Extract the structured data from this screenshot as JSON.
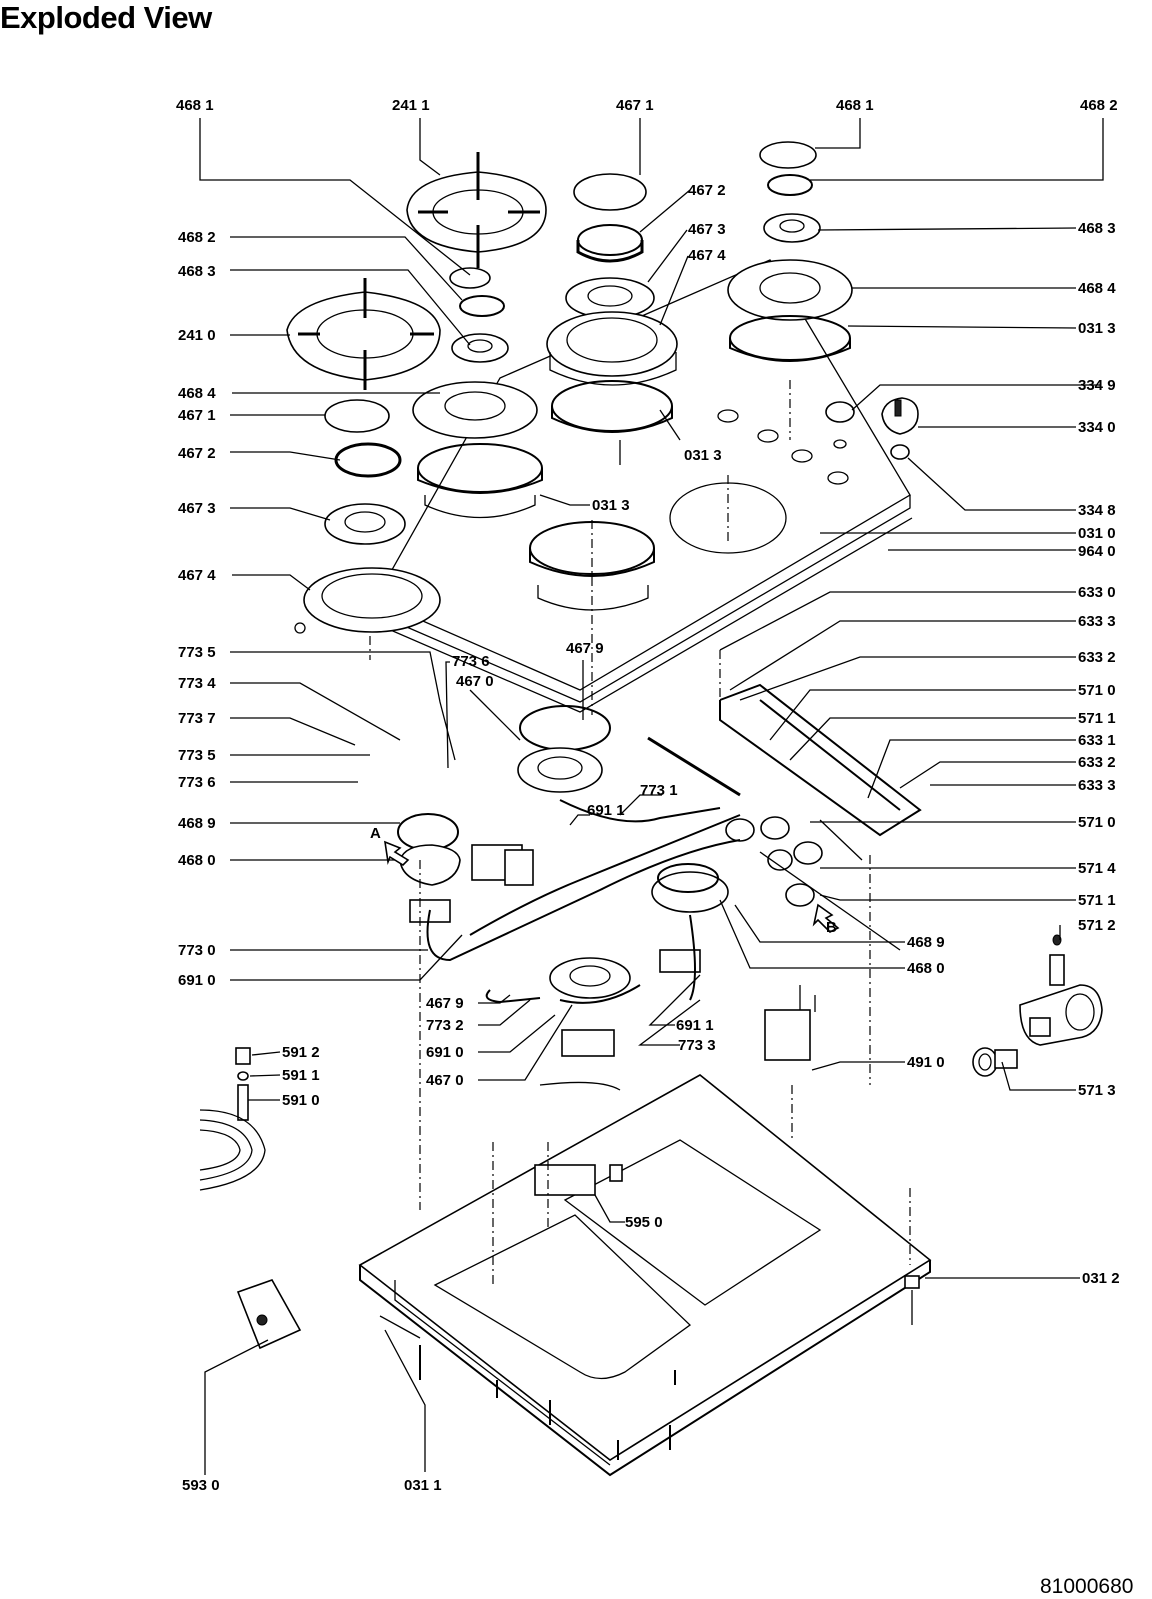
{
  "page": {
    "title": "Exploded View",
    "doc_number": "81000680"
  },
  "callouts": [
    {
      "id": "c01",
      "text": "468 1"
    },
    {
      "id": "c02",
      "text": "241 1"
    },
    {
      "id": "c03",
      "text": "467  1"
    },
    {
      "id": "c04",
      "text": "468 1"
    },
    {
      "id": "c05",
      "text": "468 2"
    },
    {
      "id": "c06",
      "text": "467 2"
    },
    {
      "id": "c07",
      "text": "467 3"
    },
    {
      "id": "c08",
      "text": "467 4"
    },
    {
      "id": "c09",
      "text": "468 2"
    },
    {
      "id": "c10",
      "text": "468 3"
    },
    {
      "id": "c11",
      "text": "468 3"
    },
    {
      "id": "c12",
      "text": "468 4"
    },
    {
      "id": "c13",
      "text": "241 0"
    },
    {
      "id": "c14",
      "text": "031 3"
    },
    {
      "id": "c15",
      "text": "468 4"
    },
    {
      "id": "c16",
      "text": "334 9"
    },
    {
      "id": "c17",
      "text": "467 1"
    },
    {
      "id": "c18",
      "text": "334 0"
    },
    {
      "id": "c19",
      "text": "031 3"
    },
    {
      "id": "c20",
      "text": "467 2"
    },
    {
      "id": "c21",
      "text": "334 8"
    },
    {
      "id": "c22",
      "text": "031 3"
    },
    {
      "id": "c23",
      "text": "467 3"
    },
    {
      "id": "c24",
      "text": "031 0"
    },
    {
      "id": "c25",
      "text": "964 0"
    },
    {
      "id": "c26",
      "text": "467 4"
    },
    {
      "id": "c27",
      "text": "633 0"
    },
    {
      "id": "c28",
      "text": "633 3"
    },
    {
      "id": "c29",
      "text": "467 9"
    },
    {
      "id": "c30",
      "text": "773 5"
    },
    {
      "id": "c31",
      "text": "773 6"
    },
    {
      "id": "c32",
      "text": "633 2"
    },
    {
      "id": "c33",
      "text": "467 0"
    },
    {
      "id": "c34",
      "text": "773 4"
    },
    {
      "id": "c35",
      "text": "571 0"
    },
    {
      "id": "c36",
      "text": "773 7"
    },
    {
      "id": "c37",
      "text": "571 1"
    },
    {
      "id": "c38",
      "text": "633 1"
    },
    {
      "id": "c39",
      "text": "773 5"
    },
    {
      "id": "c40",
      "text": "633 2"
    },
    {
      "id": "c41",
      "text": "773 6"
    },
    {
      "id": "c42",
      "text": "633 3"
    },
    {
      "id": "c43",
      "text": "773 1"
    },
    {
      "id": "c44",
      "text": "691 1"
    },
    {
      "id": "c45",
      "text": "468 9"
    },
    {
      "id": "c46",
      "text": "571 0"
    },
    {
      "id": "c47",
      "text": "A"
    },
    {
      "id": "c48",
      "text": "468 0"
    },
    {
      "id": "c49",
      "text": "571 4"
    },
    {
      "id": "c50",
      "text": "571 1"
    },
    {
      "id": "c51",
      "text": "B"
    },
    {
      "id": "c52",
      "text": "571 2"
    },
    {
      "id": "c53",
      "text": "773 0"
    },
    {
      "id": "c54",
      "text": "468 9"
    },
    {
      "id": "c55",
      "text": "691 0"
    },
    {
      "id": "c56",
      "text": "468 0"
    },
    {
      "id": "c57",
      "text": "467 9"
    },
    {
      "id": "c58",
      "text": "773 2"
    },
    {
      "id": "c59",
      "text": "691 1"
    },
    {
      "id": "c60",
      "text": "591 2"
    },
    {
      "id": "c61",
      "text": "773 3"
    },
    {
      "id": "c62",
      "text": "691 0"
    },
    {
      "id": "c63",
      "text": "591 1"
    },
    {
      "id": "c64",
      "text": "491 0"
    },
    {
      "id": "c65",
      "text": "467 0"
    },
    {
      "id": "c66",
      "text": "571 3"
    },
    {
      "id": "c67",
      "text": "591 0"
    },
    {
      "id": "c68",
      "text": "595 0"
    },
    {
      "id": "c69",
      "text": "031 2"
    },
    {
      "id": "c70",
      "text": "593 0"
    },
    {
      "id": "c71",
      "text": "031 1"
    }
  ]
}
